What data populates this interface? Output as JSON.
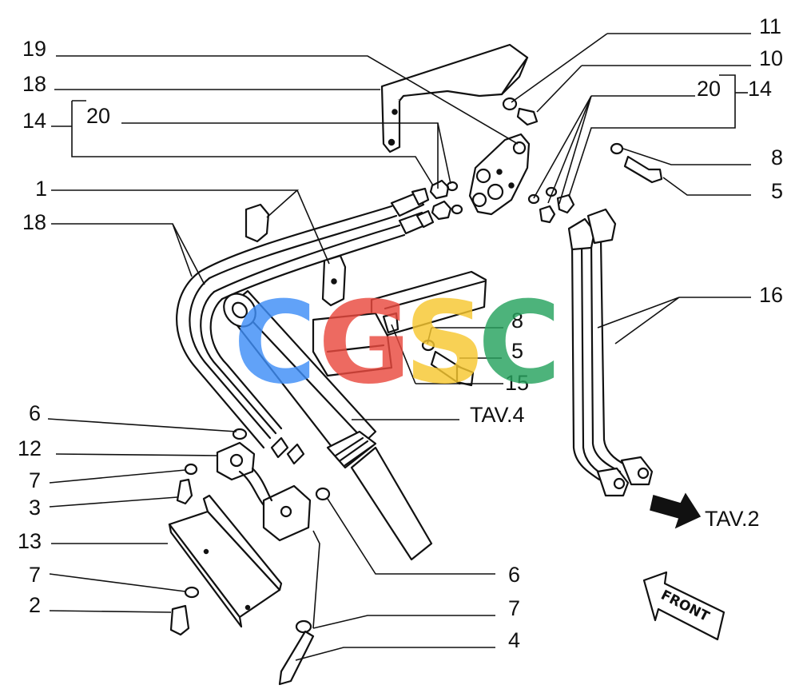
{
  "callouts": {
    "c11": "11",
    "c10": "10",
    "c19": "19",
    "c18a": "18",
    "c14a": "14",
    "c20a": "20",
    "c20b": "20",
    "c14b": "14",
    "c8a": "8",
    "c5a": "5",
    "c1": "1",
    "c18b": "18",
    "c16": "16",
    "c8b": "8",
    "c5b": "5",
    "c15": "15",
    "c6a": "6",
    "c12": "12",
    "c7a": "7",
    "c3": "3",
    "c13": "13",
    "c7b": "7",
    "c2": "2",
    "c6b": "6",
    "c7c": "7",
    "c4": "4"
  },
  "refs": {
    "tav4": "TAV.4",
    "tav2": "TAV.2"
  },
  "front_label": "FRONT",
  "watermark": {
    "letters": [
      "C",
      "G",
      "S",
      "C"
    ],
    "colors": [
      "#3f8ef7",
      "#ea4a3f",
      "#f7c730",
      "#27a35f"
    ]
  }
}
